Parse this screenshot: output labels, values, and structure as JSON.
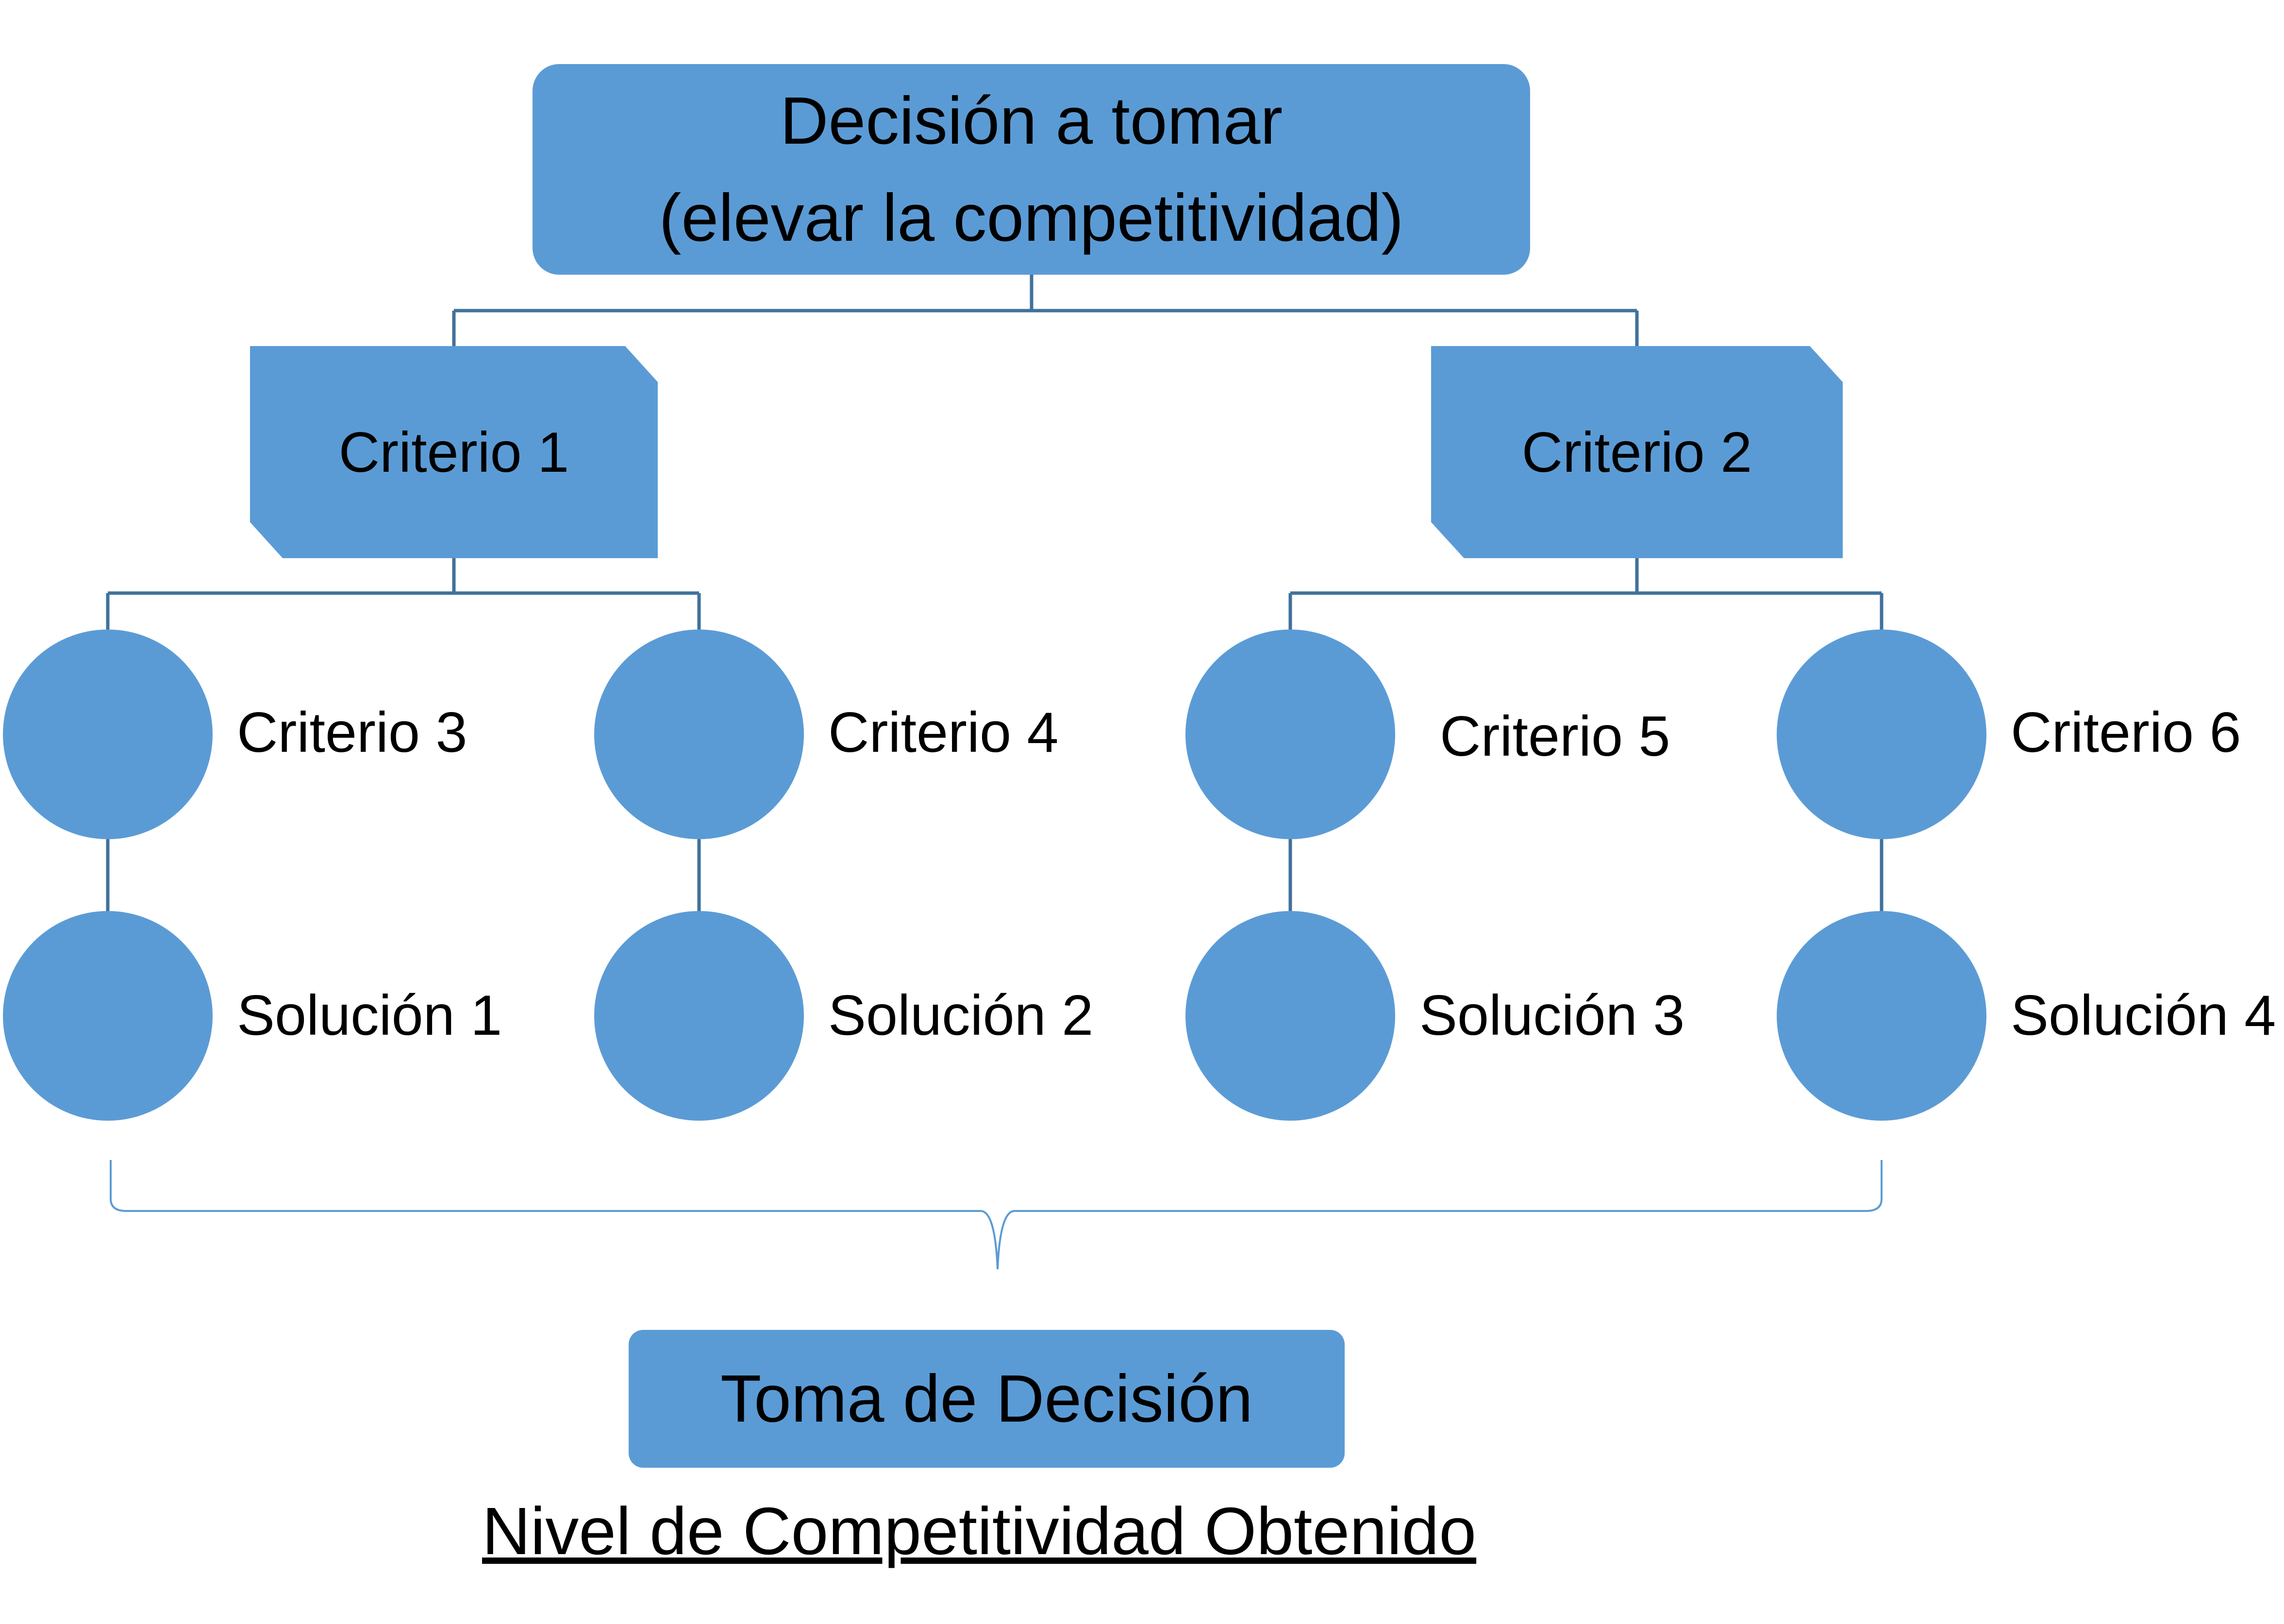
{
  "top": {
    "line1": "Decisión a tomar",
    "line2": "(elevar la competitividad)"
  },
  "criteria_top": [
    {
      "label": "Criterio 1"
    },
    {
      "label": "Criterio 2"
    }
  ],
  "criteria": [
    {
      "label": "Criterio 3"
    },
    {
      "label": "Criterio 4"
    },
    {
      "label": "Criterio 5"
    },
    {
      "label": "Criterio 6"
    }
  ],
  "solutions": [
    {
      "label": "Solución 1"
    },
    {
      "label": "Solución 2"
    },
    {
      "label": "Solución 3"
    },
    {
      "label": "Solución 4"
    }
  ],
  "decision": {
    "label": "Toma de Decisión"
  },
  "footer": {
    "label": "Nivel de Competitividad Obtenido"
  },
  "colors": {
    "node_fill": "#5b9bd5",
    "connector": "#41719c"
  }
}
